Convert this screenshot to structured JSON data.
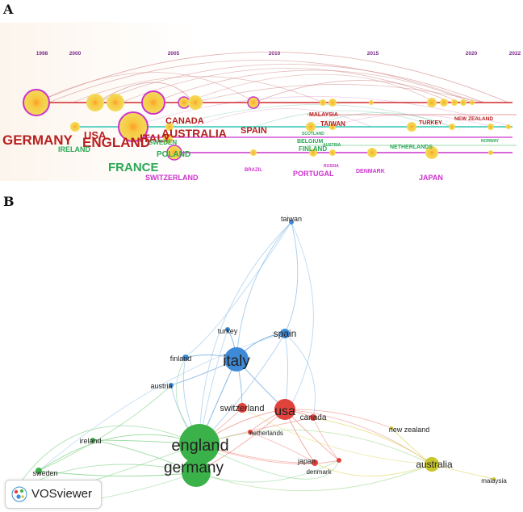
{
  "panel_a": {
    "label": "A",
    "years": [
      "1998",
      "2000",
      "2005",
      "2010",
      "2015",
      "2020",
      "2022"
    ],
    "countries": {
      "germany": "GERMANY",
      "usa": "USA",
      "england": "ENGLAND",
      "italy": "ITALY",
      "canada": "CANADA",
      "australia": "AUSTRALIA",
      "spain": "SPAIN",
      "ireland": "IRELAND",
      "france": "FRANCE",
      "sweden": "SWEDEN",
      "poland": "POLAND",
      "switzerland": "SWITZERLAND",
      "malaysia": "MALAYSIA",
      "taiwan": "TAIWAN",
      "scotland": "SCOTLAND",
      "belgium": "BELGIUM",
      "finland": "FINLAND",
      "austria": "AUSTRIA",
      "brazil": "BRAZIL",
      "russia": "RUSSIA",
      "portugal": "PORTUGAL",
      "denmark": "DENMARK",
      "netherlands": "NETHERLANDS",
      "turkey": "TURKEY",
      "new_zealand": "NEW ZEALAND",
      "japan": "JAPAN",
      "norway": "NORWAY"
    },
    "colors": {
      "red": "#b82020",
      "green": "#2aa855",
      "magenta": "#cc33cc",
      "teal": "#2fc6b5",
      "node": "#f3d04a"
    }
  },
  "panel_b": {
    "label": "B",
    "nodes": {
      "taiwan": "taiwan",
      "turkey": "turkey",
      "spain": "spain",
      "finland": "finland",
      "italy": "italy",
      "austria": "austria",
      "switzerland": "switzerland",
      "usa": "usa",
      "canada": "canada",
      "netherlands": "netherlands",
      "ireland": "ireland",
      "england": "england",
      "new_zealand": "new zealand",
      "japan": "japan",
      "denmark": "denmark",
      "germany": "germany",
      "australia": "australia",
      "sweden": "sweden",
      "malaysia": "malaysia"
    },
    "clusters": {
      "blue": "#3f8ad6",
      "red": "#e0433c",
      "green": "#3bb14a",
      "yellow": "#c9c52c"
    },
    "badge": "VOSviewer"
  }
}
